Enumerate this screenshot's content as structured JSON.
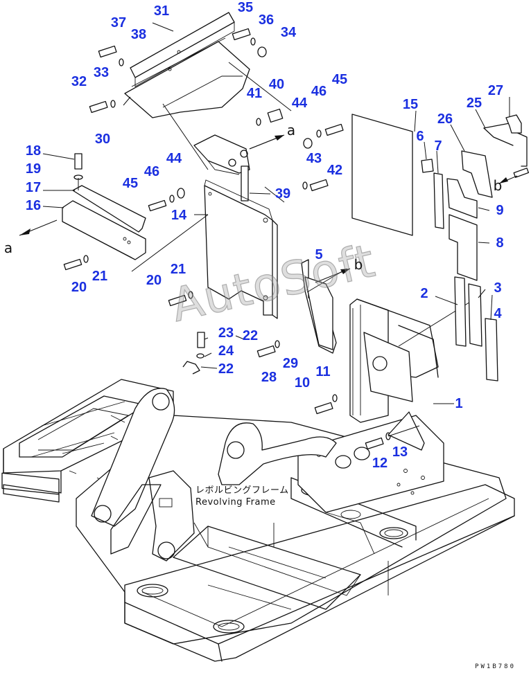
{
  "watermark": "AutoSoft",
  "frame_label": {
    "jp": "レボルビングフレーム",
    "en": "Revolving Frame"
  },
  "drawing_code": "PW1B780",
  "callout_letters": {
    "a_left": "a",
    "a_top": "a",
    "b_mid": "b",
    "b_right": "b"
  },
  "callouts": {
    "p1": "1",
    "p2": "2",
    "p3": "3",
    "p4": "4",
    "p5": "5",
    "p6": "6",
    "p7": "7",
    "p8": "8",
    "p9": "9",
    "p10": "10",
    "p11": "11",
    "p12": "12",
    "p13": "13",
    "p14": "14",
    "p15": "15",
    "p16": "16",
    "p17": "17",
    "p18": "18",
    "p19": "19",
    "p20a": "20",
    "p20b": "20",
    "p21a": "21",
    "p21b": "21",
    "p22a": "22",
    "p22b": "22",
    "p23": "23",
    "p24": "24",
    "p25": "25",
    "p26": "26",
    "p27": "27",
    "p28": "28",
    "p29": "29",
    "p30": "30",
    "p31": "31",
    "p32": "32",
    "p33": "33",
    "p34": "34",
    "p35": "35",
    "p36": "36",
    "p37": "37",
    "p38": "38",
    "p39": "39",
    "p40": "40",
    "p41": "41",
    "p42": "42",
    "p43": "43",
    "p44a": "44",
    "p44b": "44",
    "p45a": "45",
    "p45b": "45",
    "p46a": "46",
    "p46b": "46"
  },
  "icons": {
    "arrow": "arrow-icon",
    "bolt": "bolt-icon",
    "washer": "washer-icon"
  }
}
